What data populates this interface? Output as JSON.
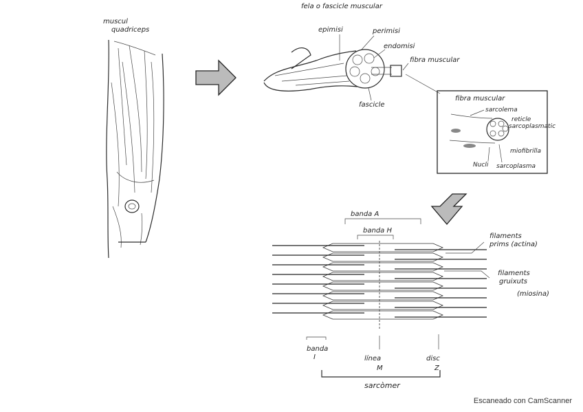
{
  "labels": {
    "muscle_line1": "muscul",
    "muscle_line2": "quadriceps",
    "title_top": "fela o fascicle muscular",
    "epimisi": "epimisi",
    "perimisi": "perimisi",
    "endomisi": "endomisi",
    "fibra_muscular": "fibra muscular",
    "fascicle": "fascicle",
    "box_title": "fibra muscular",
    "sarcolema": "sarcolema",
    "reticle_1": "reticle",
    "reticle_2": "sarcoplasmatic",
    "miofibrilla": "miofibrilla",
    "nucli": "Nucli",
    "sarcoplasma": "sarcoplasma",
    "banda_a": "banda A",
    "banda_h": "banda H",
    "filaments_prims_1": "filaments",
    "filaments_prims_2": "prims (actina)",
    "filaments_gruixuts_1": "filaments",
    "filaments_gruixuts_2": "gruixuts",
    "miosina": "(miosina)",
    "banda_i_1": "banda",
    "banda_i_2": "I",
    "linea_m_1": "línea",
    "linea_m_2": "M",
    "disc_z_1": "disc",
    "disc_z_2": "Z",
    "sarcomer": "sarcòmer"
  },
  "watermark": "Escaneado con CamScanner"
}
